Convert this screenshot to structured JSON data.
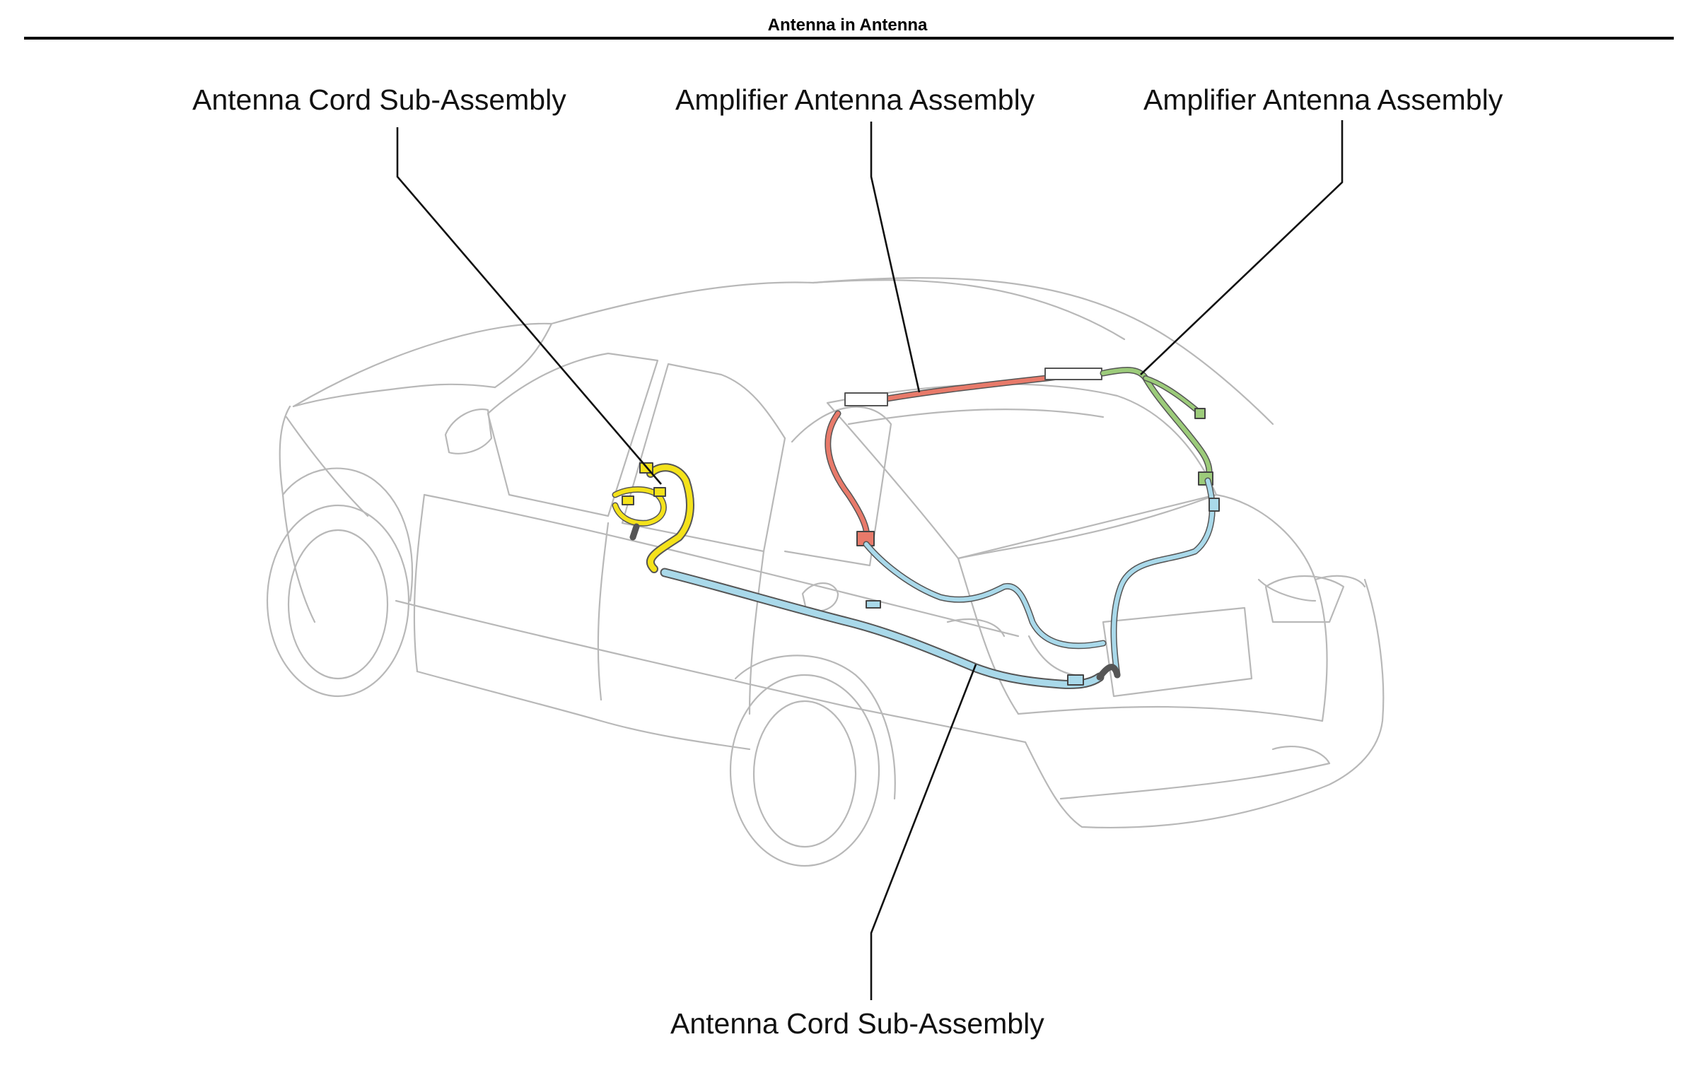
{
  "header": {
    "title": "Antenna in Antenna"
  },
  "callouts": [
    {
      "id": "cord-top",
      "label": "Antenna Cord Sub-Assembly"
    },
    {
      "id": "amp-center",
      "label": "Amplifier Antenna Assembly"
    },
    {
      "id": "amp-right",
      "label": "Amplifier Antenna Assembly"
    },
    {
      "id": "cord-bottom",
      "label": "Antenna Cord Sub-Assembly"
    }
  ],
  "colors": {
    "antenna_cord_front": "#f4e21a",
    "amplifier_antenna_left": "#e87a6a",
    "amplifier_antenna_right": "#9ccb7a",
    "antenna_cord_rear": "#a9d9ea"
  }
}
